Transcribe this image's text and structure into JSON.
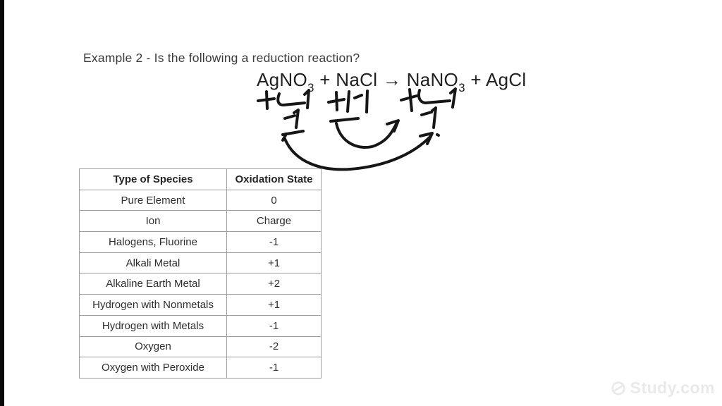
{
  "title": "Example 2 - Is the following a reduction reaction?",
  "equation": {
    "part1": "AgNO",
    "sub1": "3",
    "part2": " + NaCl → NaNO",
    "sub2": "3",
    "part3": " + AgCl"
  },
  "annotations": {
    "description": "handwritten oxidation state labels with curved arrows",
    "labels": [
      "+1",
      "-1",
      "-1",
      "+1",
      "-1",
      "+1",
      "-1",
      "-1"
    ]
  },
  "table": {
    "headers": {
      "species": "Type of Species",
      "state": "Oxidation State"
    },
    "rows": [
      {
        "species": "Pure Element",
        "state": "0"
      },
      {
        "species": "Ion",
        "state": "Charge"
      },
      {
        "species": "Halogens, Fluorine",
        "state": "-1"
      },
      {
        "species": "Alkali Metal",
        "state": "+1"
      },
      {
        "species": "Alkaline Earth Metal",
        "state": "+2"
      },
      {
        "species": "Hydrogen with Nonmetals",
        "state": "+1"
      },
      {
        "species": "Hydrogen with Metals",
        "state": "-1"
      },
      {
        "species": "Oxygen",
        "state": "-2"
      },
      {
        "species": "Oxygen with Peroxide",
        "state": "-1"
      }
    ]
  },
  "watermark": {
    "text": "Study.com"
  },
  "colors": {
    "handwriting": "#161616",
    "table_border": "#9e9e9e",
    "text": "#3b3b3b",
    "watermark": "#e9e9e9"
  }
}
